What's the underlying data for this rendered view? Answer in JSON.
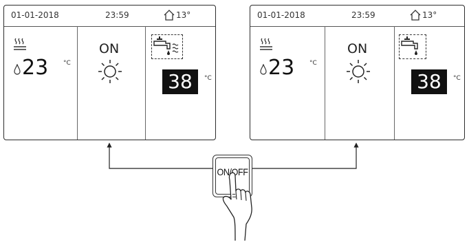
{
  "screens": [
    {
      "status": {
        "date": "01-01-2018",
        "time": "23:59",
        "outdoor_temp": "13°"
      },
      "panel1": {
        "setpoint": "23",
        "unit": "°C"
      },
      "panel2": {
        "state": "ON"
      },
      "panel3": {
        "dhw_temp": "38",
        "unit": "°C",
        "tap_icon": "tap-with-heat-waves-icon"
      }
    },
    {
      "status": {
        "date": "01-01-2018",
        "time": "23:59",
        "outdoor_temp": "13°"
      },
      "panel1": {
        "setpoint": "23",
        "unit": "°C"
      },
      "panel2": {
        "state": "ON"
      },
      "panel3": {
        "dhw_temp": "38",
        "unit": "°C",
        "tap_icon": "tap-icon"
      }
    }
  ],
  "button": {
    "label": "ON/OFF"
  },
  "colors": {
    "frame": "#2b2b2b",
    "highlight_bg": "#111111",
    "highlight_text": "#ffffff"
  }
}
